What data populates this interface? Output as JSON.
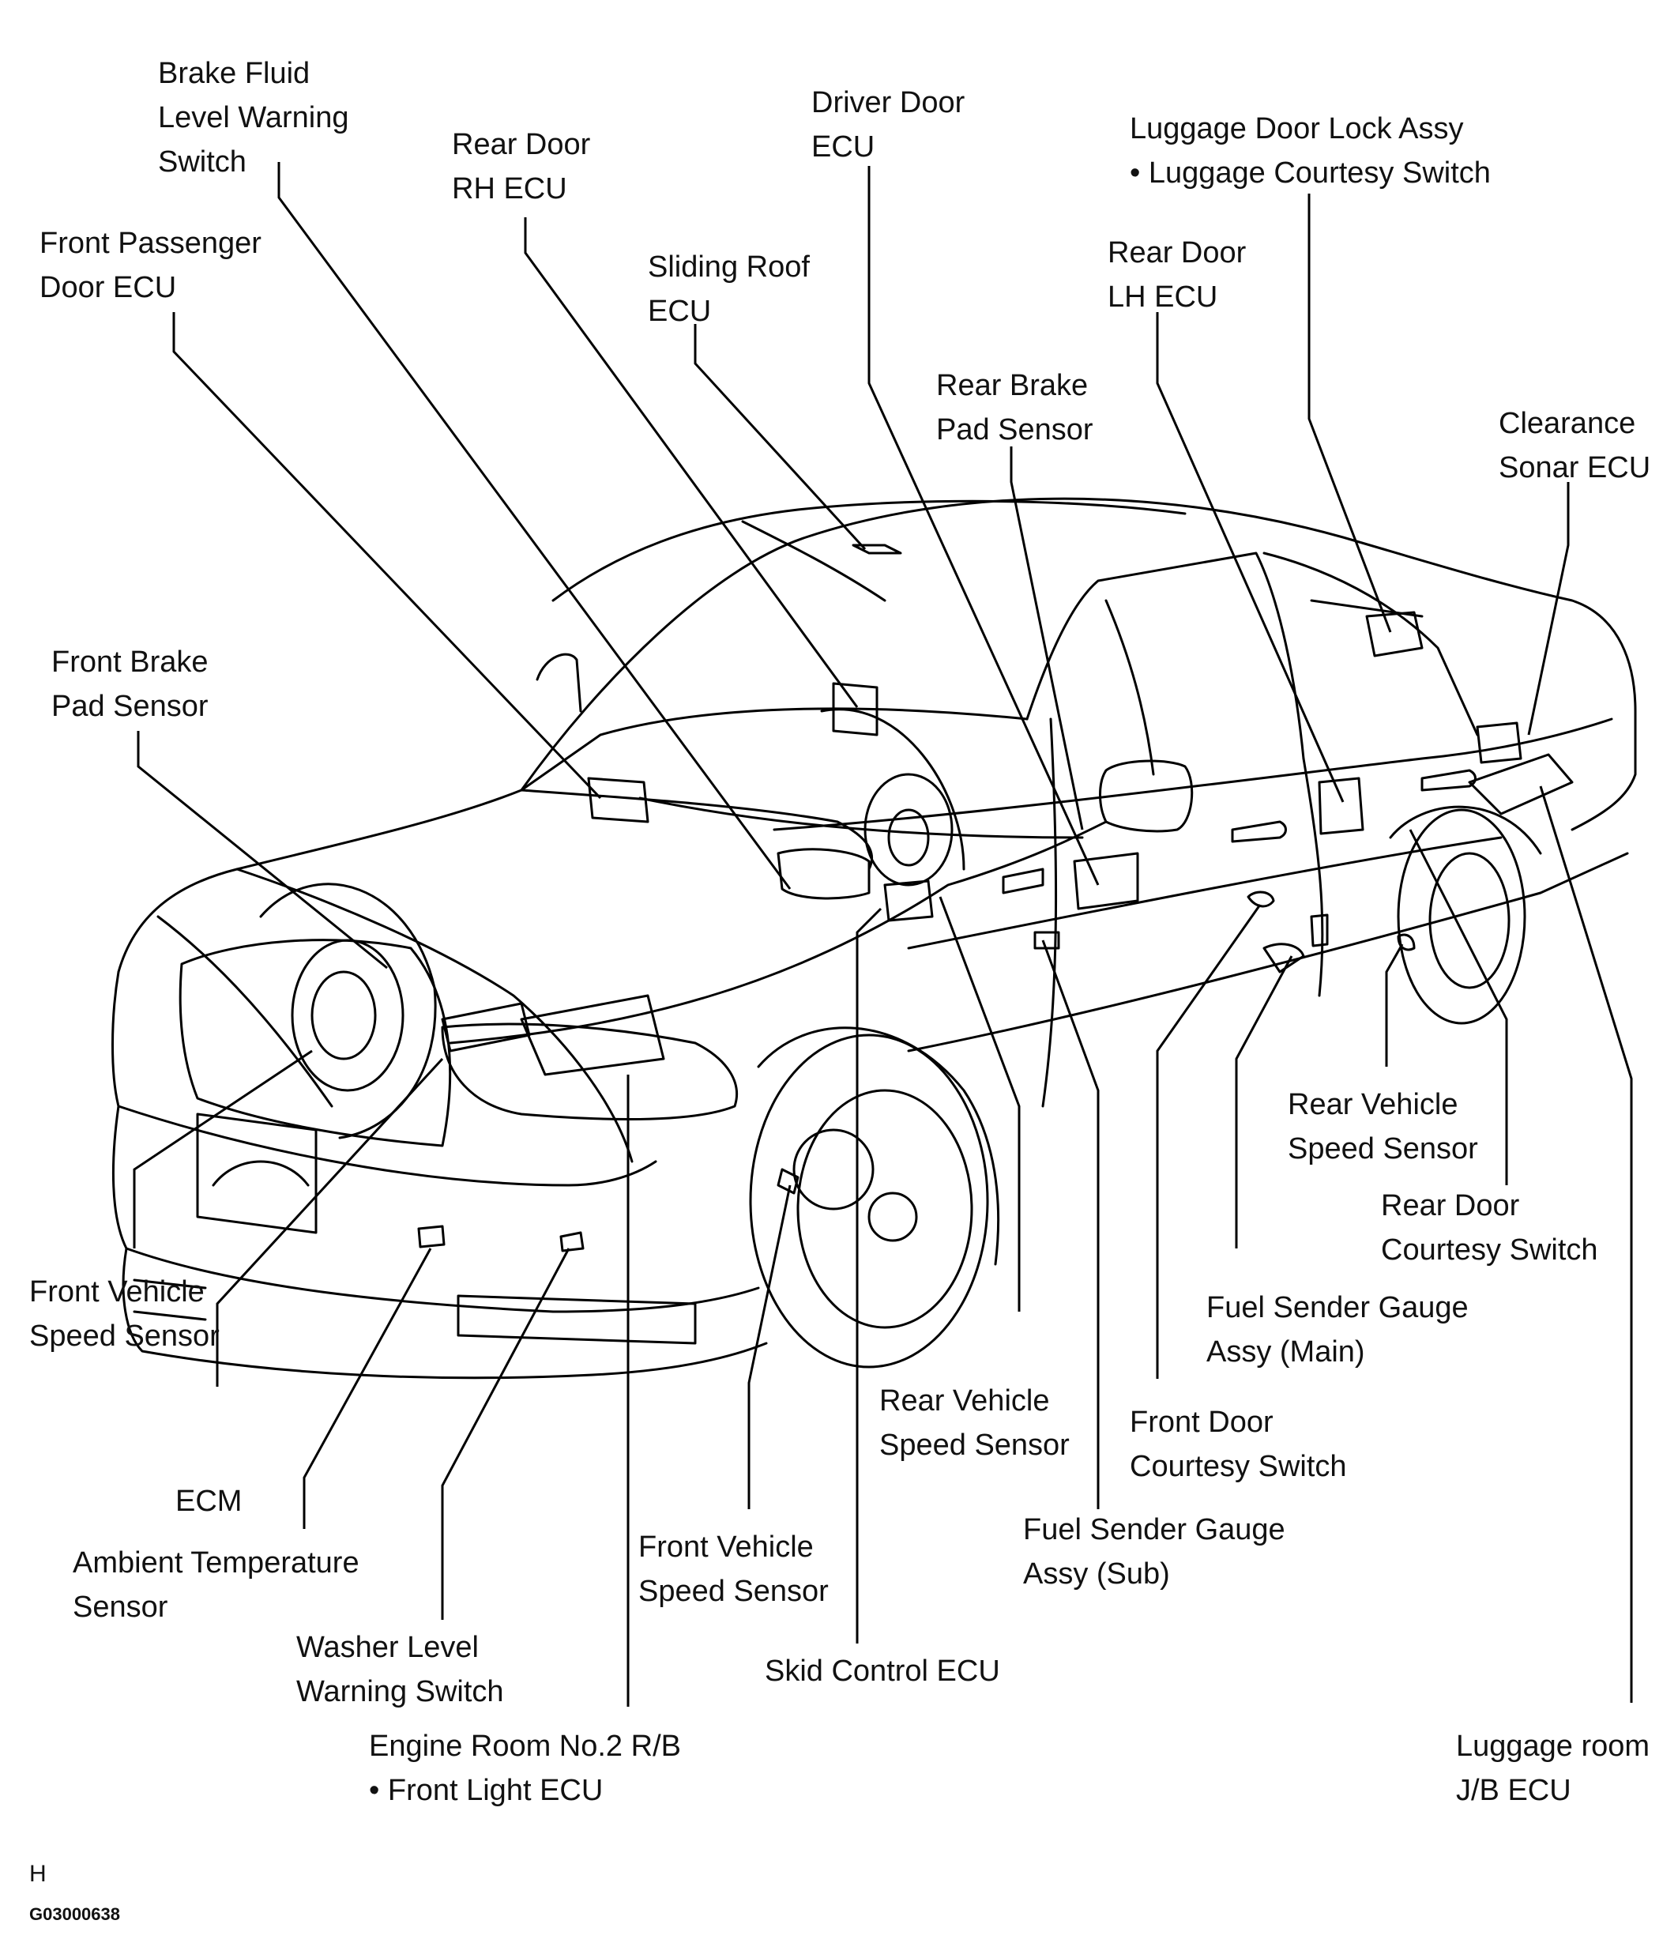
{
  "labels": {
    "brake_fluid": [
      "Brake Fluid",
      "Level Warning",
      "Switch"
    ],
    "rear_door_rh": [
      "Rear Door",
      "RH ECU"
    ],
    "driver_door": [
      "Driver Door",
      "ECU"
    ],
    "luggage_lock": [
      "Luggage Door Lock Assy",
      "• Luggage Courtesy Switch"
    ],
    "front_passenger": [
      "Front Passenger",
      "Door ECU"
    ],
    "sliding_roof": [
      "Sliding Roof",
      "ECU"
    ],
    "rear_door_lh": [
      "Rear Door",
      "LH ECU"
    ],
    "rear_brake_pad": [
      "Rear Brake",
      "Pad Sensor"
    ],
    "clearance_sonar": [
      "Clearance",
      "Sonar ECU"
    ],
    "front_brake_pad": [
      "Front Brake",
      "Pad Sensor"
    ],
    "rear_vss_right": [
      "Rear Vehicle",
      "Speed Sensor"
    ],
    "rear_door_courtesy": [
      "Rear Door",
      "Courtesy Switch"
    ],
    "front_vss_left": [
      "Front Vehicle",
      "Speed Sensor"
    ],
    "fuel_main": [
      "Fuel Sender Gauge",
      "Assy (Main)"
    ],
    "rear_vss_center": [
      "Rear Vehicle",
      "Speed Sensor"
    ],
    "front_door_courtesy": [
      "Front Door",
      "Courtesy Switch"
    ],
    "ecm": [
      "ECM"
    ],
    "fuel_sub": [
      "Fuel Sender Gauge",
      "Assy (Sub)"
    ],
    "ambient_temp": [
      "Ambient Temperature",
      "Sensor"
    ],
    "front_vss_center": [
      "Front Vehicle",
      "Speed Sensor"
    ],
    "washer_level": [
      "Washer Level",
      "Warning Switch"
    ],
    "skid_control": [
      "Skid Control ECU"
    ],
    "engine_room": [
      "Engine Room No.2 R/B",
      "• Front Light ECU"
    ],
    "luggage_jb": [
      "Luggage room",
      "J/B ECU"
    ]
  },
  "footer": {
    "letter": "H",
    "code": "G03000638"
  }
}
